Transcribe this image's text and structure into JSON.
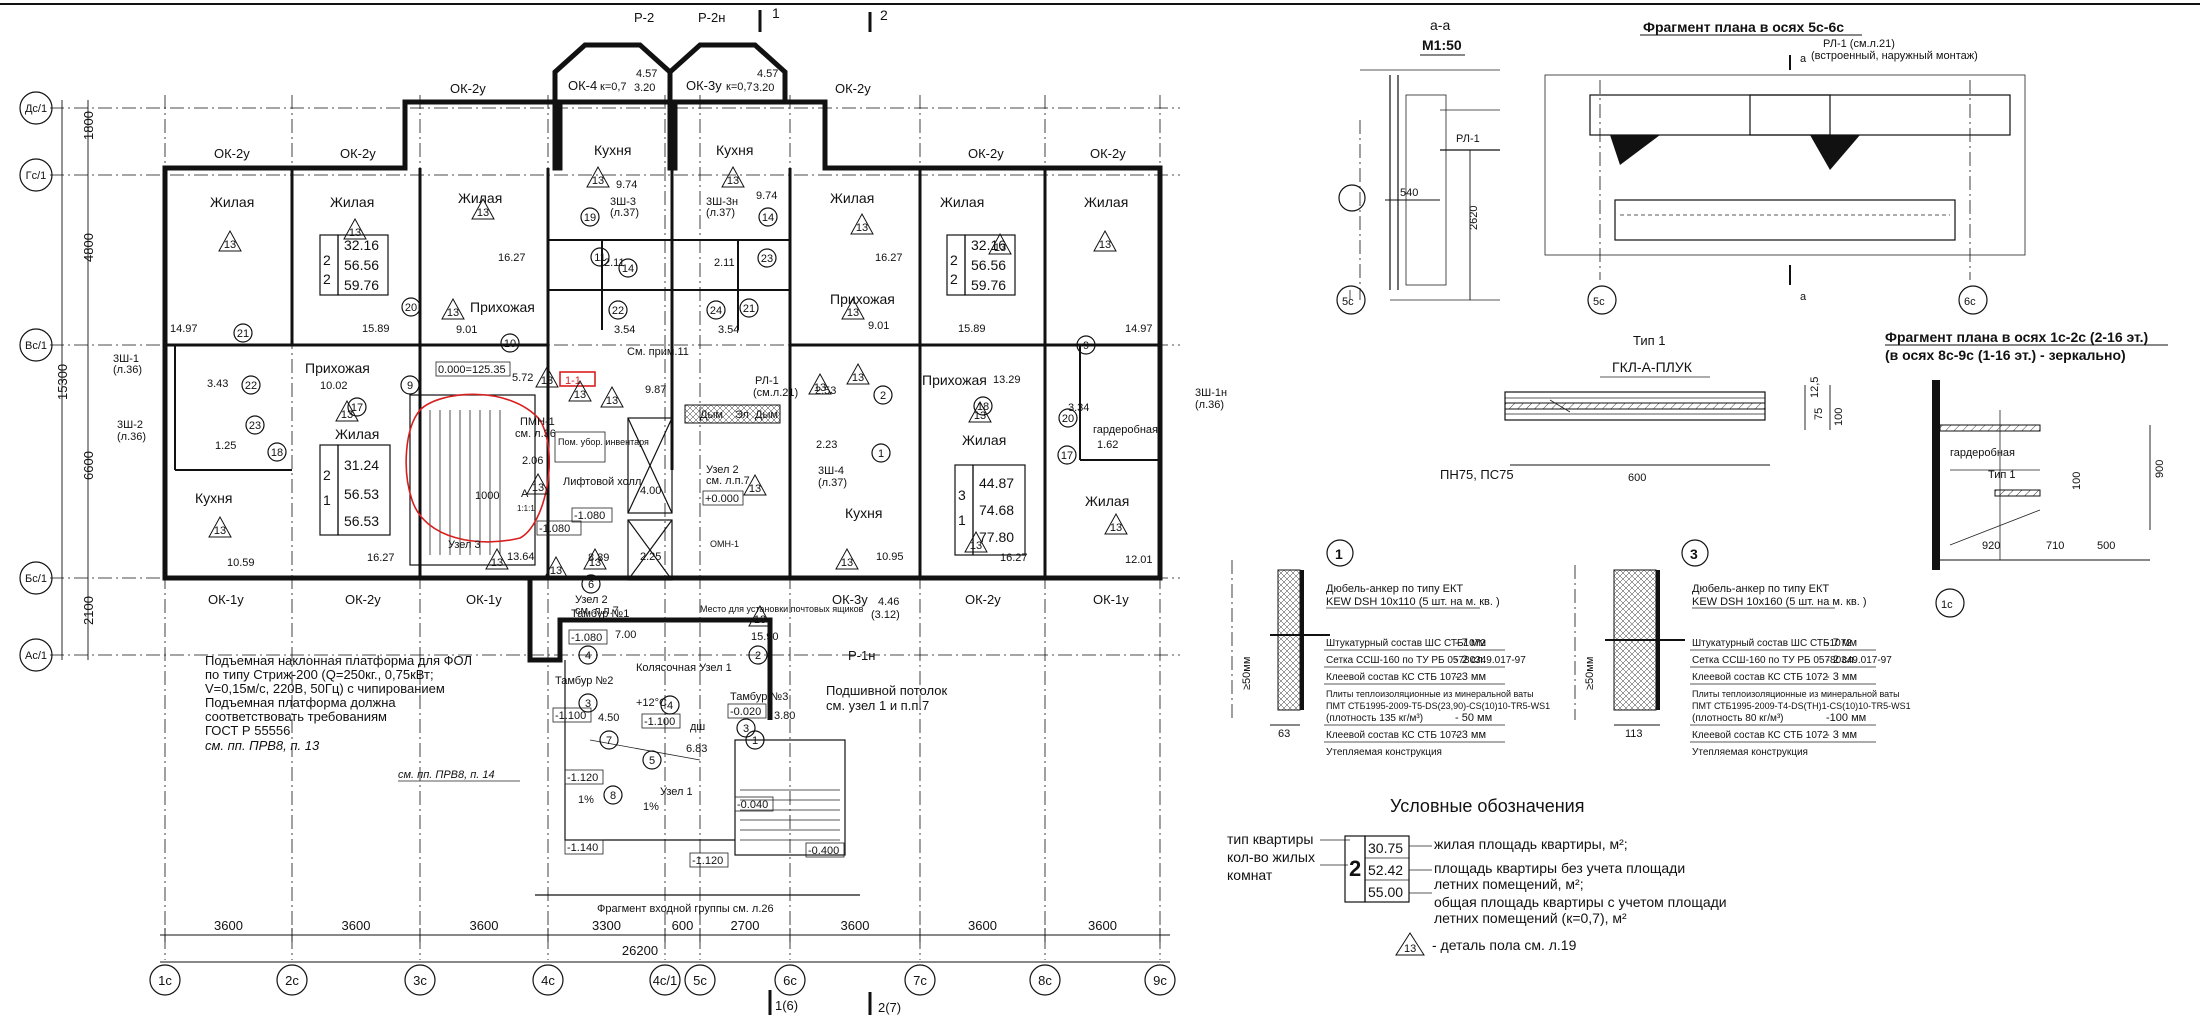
{
  "plan": {
    "axes_x": [
      "1c",
      "2c",
      "3c",
      "4c",
      "4c/1",
      "5c",
      "6c",
      "7c",
      "8c",
      "9c"
    ],
    "axes_y": [
      "Дс/1",
      "Гс/1",
      "Вс/1",
      "Бс/1",
      "Ас/1"
    ],
    "dims_bottom": [
      "3600",
      "3600",
      "3600",
      "3300",
      "600",
      "2700",
      "3600",
      "3600",
      "3600"
    ],
    "dim_total": "26200",
    "dims_left": [
      "1800",
      "4800",
      "6600",
      "2100"
    ],
    "dim_left_total": "15300",
    "section_marks": [
      "Р-2",
      "Р-2н",
      "1",
      "2",
      "1(6)",
      "2(7)",
      "Р-1н"
    ],
    "windows": [
      "ОК-2у",
      "ОК-2у",
      "ОК-2у",
      "ОК-4",
      "к=0,7",
      "ОК-3у",
      "к=0,7",
      "ОК-2у",
      "ОК-2у",
      "ОК-2у",
      "ОК-1у",
      "ОК-2у",
      "ОК-1у",
      "ОК-3у",
      "ОК-2у",
      "ОК-1у"
    ],
    "rooms": [
      {
        "name": "Жилая",
        "area": "14.97"
      },
      {
        "name": "Жилая",
        "area": "15.89"
      },
      {
        "name": "Жилая",
        "area": "16.27"
      },
      {
        "name": "Кухня",
        "area": "9.74"
      },
      {
        "name": "Кухня",
        "area": "9.74"
      },
      {
        "name": "Жилая",
        "area": "16.27"
      },
      {
        "name": "Жилая",
        "area": "15.89"
      },
      {
        "name": "Жилая",
        "area": "14.97"
      },
      {
        "name": "Прихожая",
        "area": "9.01"
      },
      {
        "name": "Прихожая",
        "area": "9.01"
      },
      {
        "name": "Прихожая",
        "area": "10.02"
      },
      {
        "name": "Прихожая",
        "area": "13.29"
      },
      {
        "name": "Жилая",
        "area": "16.27"
      },
      {
        "name": "Кухня",
        "area": "10.59"
      },
      {
        "name": "Кухня",
        "area": "10.95"
      },
      {
        "name": "Жилая",
        "area": "16.27"
      },
      {
        "name": "Жилая",
        "area": "12.01"
      },
      {
        "name": "Лифтовой холл",
        "area": "8.89"
      },
      {
        "name": "Тамбур №1",
        "area": "7.00"
      },
      {
        "name": "Тамбур №2",
        "area": "4.50"
      },
      {
        "name": "Колясочная Узел 1",
        "area": "6.83"
      },
      {
        "name": "Тамбур №3",
        "area": "3.80"
      },
      {
        "name": "гардеробная",
        "area": "1.62"
      }
    ],
    "apt_left": {
      "type": "2",
      "vals": [
        "32.16",
        "56.56",
        "59.76"
      ]
    },
    "apt_right": {
      "type": "2",
      "vals": [
        "32.16",
        "56.56",
        "59.76"
      ]
    },
    "apt_2_1": {
      "type": "1",
      "vals": [
        "31.24",
        "56.53",
        "56.53"
      ]
    },
    "apt_3_1": {
      "type": "1",
      "vals": [
        "44.87",
        "74.68",
        "77.80"
      ]
    },
    "apt_type_2": "2",
    "apt_type_3": "3",
    "small_areas": [
      "4.57",
      "3.20",
      "4.57",
      "3.20",
      "2.11",
      "2.11",
      "3.54",
      "3.54",
      "3.43",
      "1.25",
      "2.06",
      "5.72",
      "9.87",
      "2.53",
      "2.23",
      "3.34",
      "4.00",
      "2.25",
      "15.90",
      "4.46",
      "(3.12)",
      "13.64",
      "7"
    ],
    "levels": [
      "0.000=125.35",
      "-1.080",
      "-1.080",
      "+0.000",
      "-1.100",
      "-1.100",
      "-0.020",
      "-1.120",
      "-1.140",
      "-1.120",
      "-0.040",
      "-0.400",
      "-1.080",
      "+12°C"
    ],
    "notes": {
      "pmn": "ПМН-1",
      "pmn_ref": "см. л.36",
      "see_note": "См. прим.11",
      "rl1": "РЛ-1",
      "rl1_ref": "(см.л.21)",
      "dym": "Дым",
      "el": "Эл",
      "pom_ubor": "Пом. убор. инвентаря",
      "uzel3": "Узел 3",
      "uzel2": "Узел 2",
      "uzel2_ref": "см. л.п.7",
      "uzel2b": "Узел 2",
      "uzel2b_ref": "см. л.п.7",
      "uzel1": "Узел 1",
      "omn1": "ОМН-1",
      "pocht": "Место для установки почтовых ящиков",
      "podsh": "Подшивной потолок",
      "podsh_ref": "см. узел 1 и п.п.7",
      "zsh1": "3Ш-1",
      "zsh1_ref": "(л.36)",
      "zsh2": "3Ш-2",
      "zsh2_ref": "(л.36)",
      "zsh1n": "3Ш-1н",
      "zsh1n_ref": "(л.36)",
      "zsh3": "3Ш-3",
      "zsh3_ref": "(л.37)",
      "zsh3n": "3Ш-3н",
      "zsh3n_ref": "(л.37)",
      "zsh4": "3Ш-4",
      "zsh4_ref": "(л.37)",
      "dsh": "дш",
      "frag_entry": "Фрагмент входной группы см. л.26",
      "lift_ref": "см. пп. ПРВ8, п. 14",
      "platform_lines": [
        "Подъемная наклонная платформа для ФОЛ",
        "по типу Стриж-200 (Q=250кг., 0,75кВт;",
        "V=0,15м/с, 220В, 50Гц) с чипированием",
        "Подъемная платформа должна",
        "соответствовать требованиям",
        "ГОСТ Р 55556"
      ],
      "platform_hand": "см. пп. ПРВ8, п. 13",
      "red_mark": "1-1",
      "percent": "1%",
      "stair_mark": "1000",
      "stair_a": "А",
      "stair_b": "1:1:1"
    },
    "circled_marks": [
      "21",
      "22",
      "23",
      "18",
      "20",
      "9",
      "17",
      "10",
      "11",
      "19",
      "14",
      "22",
      "23",
      "14",
      "24",
      "21",
      "17",
      "20",
      "18",
      "9",
      "1",
      "2",
      "3",
      "4",
      "5",
      "6",
      "7",
      "8",
      "2",
      "3",
      "1",
      "4"
    ]
  },
  "section_aa": {
    "title": "а-а",
    "scale": "М1:50",
    "rl": "РЛ-1",
    "d1": "540",
    "d2": "2620",
    "axis": "5с"
  },
  "fragment_5c6c": {
    "title": "Фрагмент плана в осях 5с-6с",
    "rl": "РЛ-1 (см.л.21)",
    "rl_note": "(встроенный, наружный монтаж)",
    "mark": "а",
    "axes": [
      "5с",
      "6с"
    ]
  },
  "type1": {
    "title": "Тип 1",
    "label": "ГКЛ-А-ПЛУК",
    "profiles": "ПН75, ПС75",
    "d_len": "600",
    "d_a": "12,5",
    "d_b": "75",
    "d_c": "100"
  },
  "fragment_1c2c": {
    "title": "Фрагмент плана в осях 1с-2с (2-16 эт.)",
    "subtitle": "(в осях 8с-9с (1-16 эт.) - зеркально)",
    "room": "гардеробная",
    "type": "Тип 1",
    "dims": [
      "920",
      "710",
      "500",
      "900",
      "100"
    ],
    "axis": "1с"
  },
  "detail1": {
    "num": "1",
    "anchor": "Дюбель-анкер по типу ЕКТ",
    "anchor2": "KEW DSH 10x110 (5 шт. на м. кв. )",
    "layers": [
      {
        "name": "Штукатурный состав ШС  СТБ1072",
        "t": "- 7 мм"
      },
      {
        "name": "Сетка  ССШ-160  по ТУ РБ 05780349.017-97",
        "t": "- 2 сл."
      },
      {
        "name": "Клеевой состав КС СТБ 1072",
        "t": "- 3 мм"
      },
      {
        "name": "Плиты теплоизоляционные из минеральной ваты",
        "t": ""
      },
      {
        "name": "ПМТ СТБ1995-2009-Т5-DS(23,90)-CS(10)10-TR5-WS1",
        "t": ""
      },
      {
        "name": "(плотность 135 кг/м³)",
        "t": "- 50 мм"
      },
      {
        "name": "Клеевой состав КС СТБ 1072",
        "t": "- 3 мм"
      },
      {
        "name": "Утепляемая конструкция",
        "t": ""
      }
    ],
    "d1": "≥50мм",
    "d2": "63"
  },
  "detail3": {
    "num": "3",
    "anchor": "Дюбель-анкер по типу ЕКТ",
    "anchor2": "KEW DSH 10x160 (5 шт. на м. кв. )",
    "layers": [
      {
        "name": "Штукатурный состав ШС  СТБ1072",
        "t": "- 7 мм"
      },
      {
        "name": "Сетка  ССШ-160  по ТУ РБ 05780349.017-97",
        "t": "- 2 сл."
      },
      {
        "name": "Клеевой состав КС СТБ 1072",
        "t": "- 3 мм"
      },
      {
        "name": "Плиты теплоизоляционные из минеральной ваты",
        "t": ""
      },
      {
        "name": "ПМТ СТБ1995-2009-Т4-DS(TH)1-CS(10)10-TR5-WS1",
        "t": ""
      },
      {
        "name": "(плотность 80 кг/м³)",
        "t": "-100 мм"
      },
      {
        "name": "Клеевой состав КС СТБ 1072",
        "t": "- 3 мм"
      },
      {
        "name": "Утепляемая конструкция",
        "t": ""
      }
    ],
    "d1": "≥50мм",
    "d2": "113"
  },
  "legend": {
    "title": "Условные обозначения",
    "left1": "тип квартиры",
    "left2": "кол-во жилых",
    "left3": "комнат",
    "type": "2",
    "v1": "30.75",
    "v2": "52.42",
    "v3": "55.00",
    "r1": "жилая площадь квартиры, м²;",
    "r2a": "площадь квартиры без учета площади",
    "r2b": "летних помещений, м²;",
    "r3a": "общая площадь квартиры с учетом площади",
    "r3b": "летних  помещений (к=0,7), м²",
    "tri": "13",
    "tri_text": "- деталь пола см. л.19"
  },
  "floor_mark": "13"
}
